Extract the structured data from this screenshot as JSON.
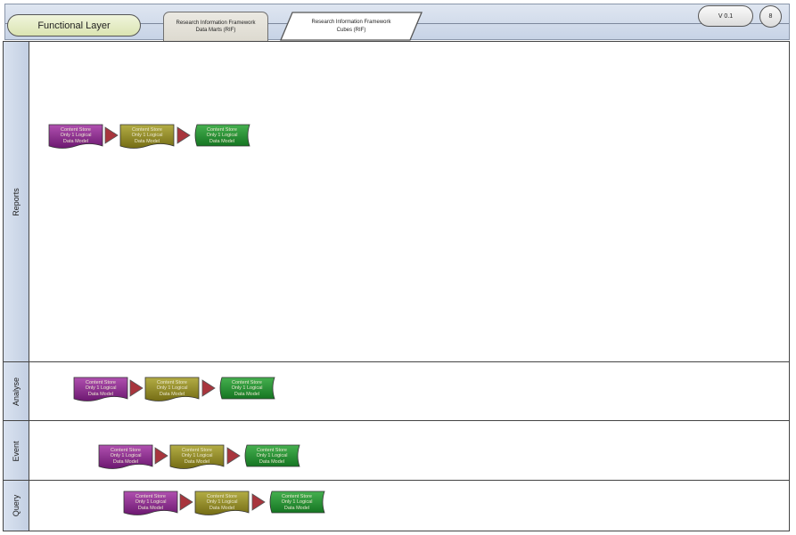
{
  "header": {
    "functional_layer": "Functional Layer",
    "tabs": [
      {
        "label": "Research Information Framework\nData Marts (RIF)"
      },
      {
        "label": "Research Information Framework\nCubes (RIF)"
      }
    ],
    "version": "V 0.1",
    "page_number": "8"
  },
  "shapes": {
    "content_store": "Content Store\nOnly 1 Logical\nData Model"
  },
  "colors": {
    "purple": "#7d1f7a",
    "olive": "#817a1c",
    "green": "#1f8a2a",
    "arrow": "#a8353d"
  },
  "lanes": [
    {
      "label": "Reports"
    },
    {
      "label": "Analyse"
    },
    {
      "label": "Event"
    },
    {
      "label": "Query"
    }
  ]
}
